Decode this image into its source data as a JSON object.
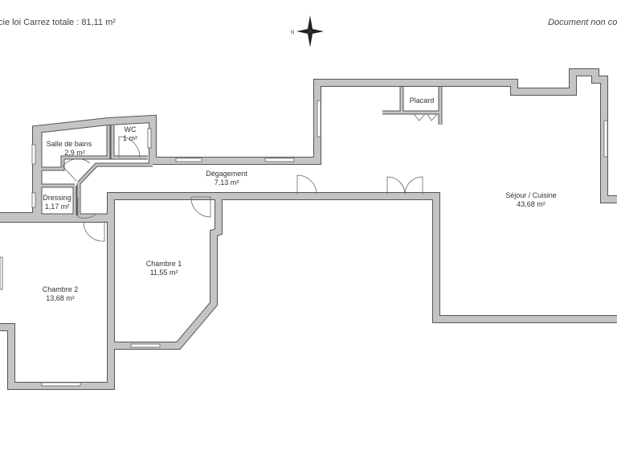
{
  "header": {
    "surface_text": "cie loi Carrez totale :  81,11 m²",
    "disclaimer": "Document non cor"
  },
  "compass": {
    "icon": "compass-rose-icon",
    "label": "N"
  },
  "rooms": [
    {
      "name": "Salle de bains",
      "area": "2,9 m²"
    },
    {
      "name": "WC",
      "area": "1 m²"
    },
    {
      "name": "Dégagement",
      "area": "7,13 m²"
    },
    {
      "name": "Dressing",
      "area": "1,17 m²"
    },
    {
      "name": "Chambre 1",
      "area": "11,55 m²"
    },
    {
      "name": "Chambre 2",
      "area": "13,68 m²"
    },
    {
      "name": "Placard",
      "area": ""
    },
    {
      "name": "Séjour / Cuisine",
      "area": "43,68 m²"
    }
  ],
  "colors": {
    "wall_fill": "#c4c4c4",
    "wall_edge": "#555555"
  }
}
